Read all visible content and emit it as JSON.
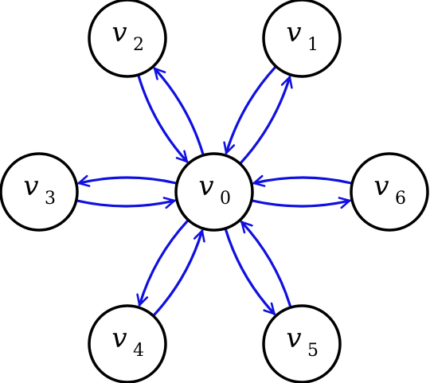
{
  "diagram": {
    "edge_color": "#1010e0",
    "node_stroke": "#000000",
    "center": {
      "id": "v0",
      "base": "v",
      "sub": "0"
    },
    "nodes": [
      {
        "id": "v1",
        "base": "v",
        "sub": "1"
      },
      {
        "id": "v2",
        "base": "v",
        "sub": "2"
      },
      {
        "id": "v3",
        "base": "v",
        "sub": "3"
      },
      {
        "id": "v4",
        "base": "v",
        "sub": "4"
      },
      {
        "id": "v5",
        "base": "v",
        "sub": "5"
      },
      {
        "id": "v6",
        "base": "v",
        "sub": "6"
      }
    ],
    "edges": [
      {
        "from": "v0",
        "to": "v1"
      },
      {
        "from": "v1",
        "to": "v0"
      },
      {
        "from": "v0",
        "to": "v2"
      },
      {
        "from": "v2",
        "to": "v0"
      },
      {
        "from": "v0",
        "to": "v3"
      },
      {
        "from": "v3",
        "to": "v0"
      },
      {
        "from": "v0",
        "to": "v4"
      },
      {
        "from": "v4",
        "to": "v0"
      },
      {
        "from": "v0",
        "to": "v5"
      },
      {
        "from": "v5",
        "to": "v0"
      },
      {
        "from": "v0",
        "to": "v6"
      },
      {
        "from": "v6",
        "to": "v0"
      }
    ]
  }
}
